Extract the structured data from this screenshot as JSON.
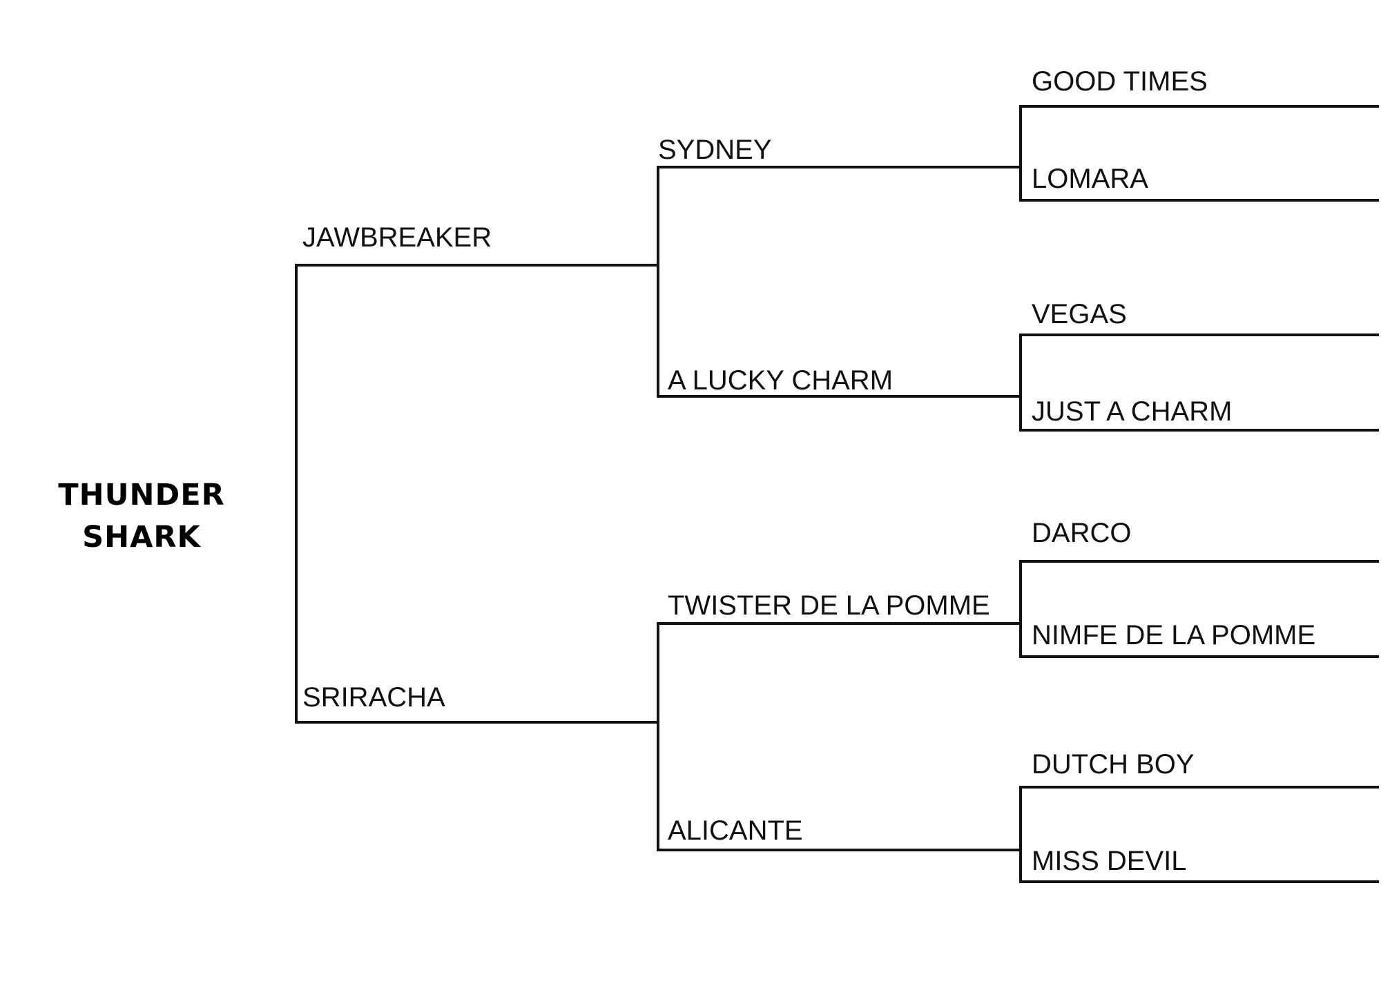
{
  "subject": {
    "line1": "THUNDER",
    "line2": "SHARK"
  },
  "parents": {
    "sire": "JAWBREAKER",
    "dam": "SRIRACHA"
  },
  "grandparents": {
    "sire_sire": "SYDNEY",
    "sire_dam": "A LUCKY CHARM",
    "dam_sire": "TWISTER DE LA POMME",
    "dam_dam": "ALICANTE"
  },
  "great_grandparents": {
    "ss_sire": "GOOD TIMES",
    "ss_dam": "LOMARA",
    "sd_sire": "VEGAS",
    "sd_dam": "JUST A CHARM",
    "ds_sire": "DARCO",
    "ds_dam": "NIMFE DE LA POMME",
    "dd_sire": "DUTCH BOY",
    "dd_dam": "MISS DEVIL"
  }
}
